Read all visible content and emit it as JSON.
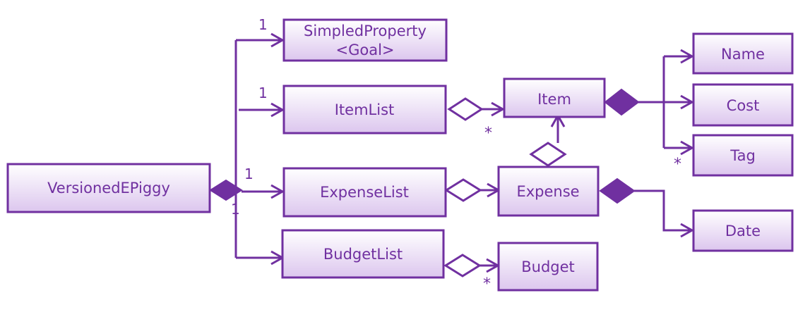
{
  "colors": {
    "stroke": "#7030A0",
    "fill_top": "#ffffff",
    "fill_bottom": "#dcc6ee"
  },
  "classes": {
    "versioned_epiggy": "VersionedEPiggy",
    "simpled_property_line1": "SimpledProperty",
    "simpled_property_line2": "<Goal>",
    "item_list": "ItemList",
    "expense_list": "ExpenseList",
    "budget_list": "BudgetList",
    "item": "Item",
    "expense": "Expense",
    "budget": "Budget",
    "name": "Name",
    "cost": "Cost",
    "tag": "Tag",
    "date": "Date"
  },
  "multiplicities": {
    "simpled_property": "1",
    "item_list": "1",
    "expense_list": "1",
    "budget_list": "1",
    "item_many": "*",
    "budget_many": "*",
    "tag_many": "*"
  }
}
